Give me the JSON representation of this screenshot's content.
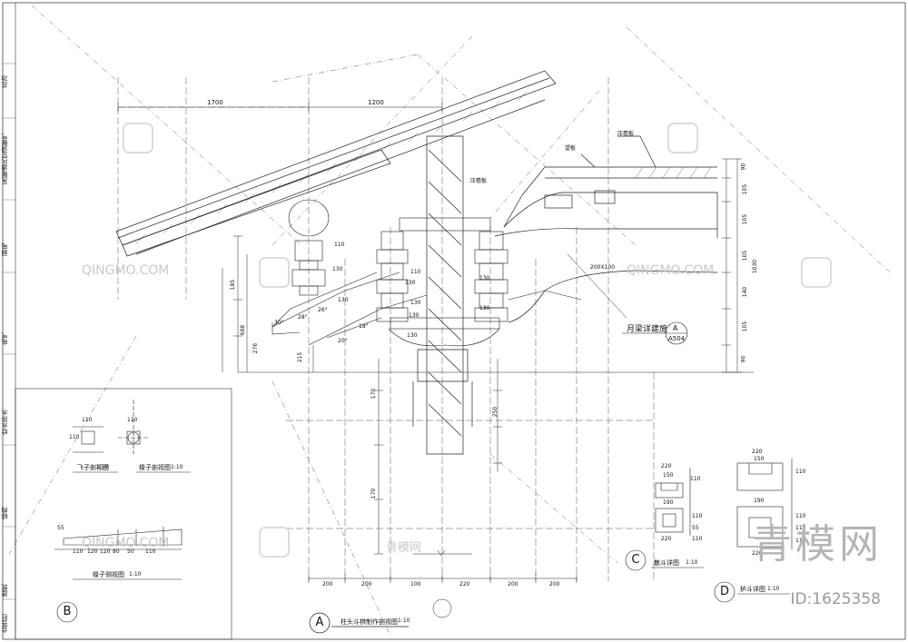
{
  "title_block": {
    "labels": [
      "总功",
      "采暖通风空调暖气",
      "弱电",
      "电气",
      "给水排水",
      "结构",
      "建筑",
      "会签栏"
    ]
  },
  "watermark": {
    "text": "QINGMO.COM",
    "text_cn": "青模网"
  },
  "brand": {
    "name": "青模网",
    "id": "ID:1625358"
  },
  "main_section": {
    "dims_top": [
      "1700",
      "1200"
    ],
    "dims_bottom": [
      "200",
      "200",
      "100",
      "220",
      "200",
      "200"
    ],
    "labels": {
      "roof_board": "望板",
      "ridge_board": "压檐板",
      "board2": "压檐板",
      "side_board": "望板",
      "beam": "200X100"
    },
    "member_sizes": [
      "110",
      "130",
      "130",
      "110",
      "130",
      "130",
      "130",
      "130",
      "130",
      "130"
    ],
    "angles": [
      "30°",
      "28°",
      "26°",
      "20°",
      "18°"
    ],
    "callout": {
      "text": "月梁详建施",
      "letter": "A",
      "sheet": "A504"
    },
    "right_dims": [
      "90",
      "105",
      "105",
      "105",
      "140",
      "105",
      "90"
    ],
    "right_total": "1030",
    "vertical_dims": [
      "170",
      "250",
      "170"
    ],
    "left_dims": [
      "185",
      "688",
      "276",
      "215"
    ],
    "caption": "柱头斗栱制作剖视图",
    "scale": "1:10",
    "bubble": "A"
  },
  "detail_b": {
    "view1": "飞子剖视图",
    "view1_scale": "1:10",
    "view2": "椽子剖视图",
    "view2_scale": "1:10",
    "view3": "椽子侧视图",
    "view3_scale": "1:10",
    "dims": [
      "110",
      "110",
      "110",
      "55",
      "110",
      "120",
      "120",
      "80",
      "50",
      "110"
    ],
    "bubble": "B"
  },
  "detail_c": {
    "caption": "散斗详图",
    "scale": "1:10",
    "dims": [
      "220",
      "150",
      "110",
      "190",
      "220",
      "110",
      "55",
      "110"
    ],
    "bubble": "C"
  },
  "detail_d": {
    "caption": "栌斗详图",
    "scale": "1:10",
    "dims": [
      "220",
      "150",
      "110",
      "190",
      "220",
      "110",
      "110",
      "110"
    ],
    "bubble": "D"
  }
}
